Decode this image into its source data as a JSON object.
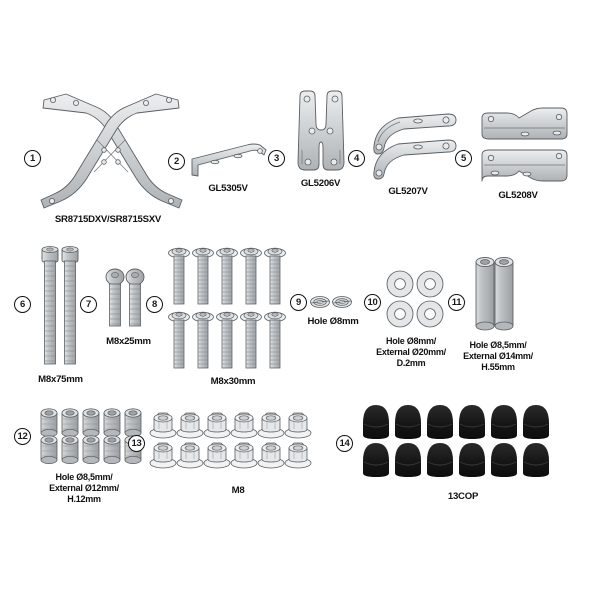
{
  "document": {
    "type": "parts-exploded-kit-diagram",
    "background_color": "#ffffff",
    "line_color": "#5a5f63",
    "metal_color": "#c9ccce",
    "cap_color": "#161616"
  },
  "items": [
    {
      "number": "1",
      "part_label": "SR8715DXV/SR8715SXV",
      "art": "x-frame-crossed-bars",
      "quantity": 2
    },
    {
      "number": "2",
      "part_label": "GL5305V",
      "art": "l-bracket",
      "quantity": 1
    },
    {
      "number": "3",
      "part_label": "GL5206V",
      "art": "fork-plate",
      "quantity": 1
    },
    {
      "number": "4",
      "part_label": "GL5207V",
      "art": "curved-arm",
      "quantity": 2
    },
    {
      "number": "5",
      "part_label": "GL5208V",
      "art": "angled-bracket",
      "quantity": 2
    },
    {
      "number": "6",
      "part_label": "M8x75mm",
      "art": "socket-bolt-long",
      "quantity": 2
    },
    {
      "number": "7",
      "part_label": "M8x25mm",
      "art": "socket-bolt-short",
      "quantity": 2
    },
    {
      "number": "8",
      "part_label": "M8x30mm",
      "art": "flange-bolt",
      "quantity": 10
    },
    {
      "number": "9",
      "part_label": "Hole Ø8mm",
      "art": "spring-washer",
      "quantity": 2
    },
    {
      "number": "10",
      "part_label": "Hole Ø8mm/\nExternal Ø20mm/\nD.2mm",
      "art": "flat-washer",
      "quantity": 4
    },
    {
      "number": "11",
      "part_label": "Hole Ø8,5mm/\nExternal Ø14mm/\nH.55mm",
      "art": "tall-spacer",
      "quantity": 2
    },
    {
      "number": "12",
      "part_label": "Hole Ø8,5mm/\nExternal Ø12mm/\nH.12mm",
      "art": "short-spacer",
      "quantity": 10
    },
    {
      "number": "13",
      "part_label": "M8",
      "art": "flange-nut",
      "quantity": 12
    },
    {
      "number": "14",
      "part_label": "13COP",
      "art": "dome-cap",
      "quantity": 12
    }
  ]
}
